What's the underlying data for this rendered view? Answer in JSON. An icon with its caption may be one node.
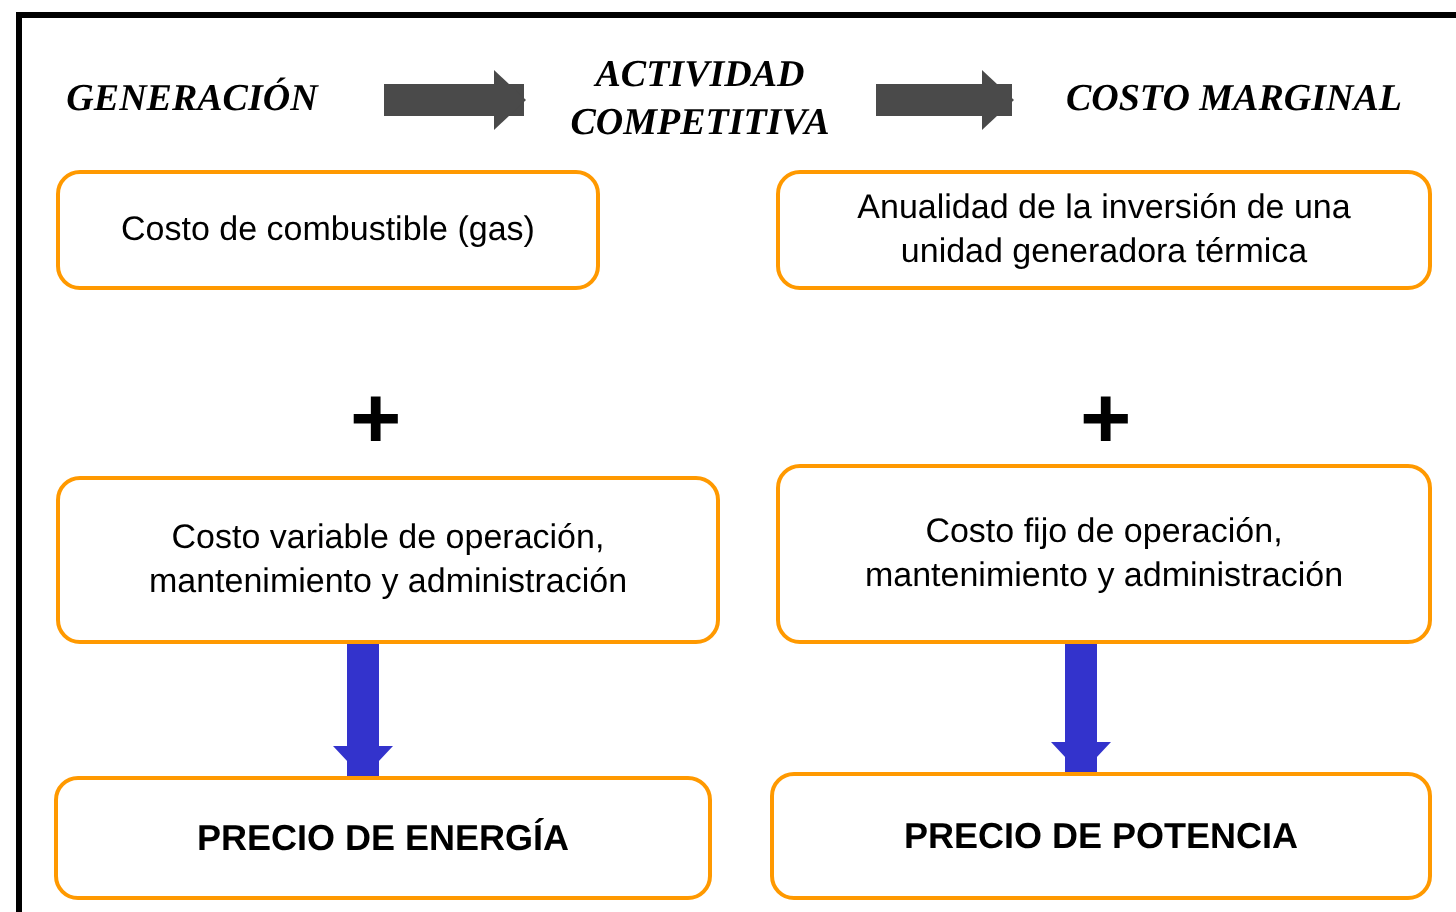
{
  "diagram": {
    "nodes": [
      {
        "text": [
          "GENERACIÓN"
        ]
      },
      {
        "text": [
          "ACTIVIDAD COMPETITIVA"
        ]
      },
      {
        "text": [
          "COSTO MARGINAL"
        ]
      },
      {
        "text": [
          "Costo de combustible (gas)"
        ]
      },
      {
        "text": [
          "Anualidad de la inversión de una unidad generadora térmica"
        ]
      },
      {
        "text": [
          "Costo variable de operación, mantenimiento y administración"
        ]
      },
      {
        "text": [
          "Costo fijo de operación, mantenimiento y administración"
        ]
      },
      {
        "text": [
          "PRECIO DE ENERGÍA"
        ]
      },
      {
        "text": [
          "PRECIO DE POTENCIA"
        ]
      }
    ],
    "edges": [
      {
        "from": 0,
        "to": 1,
        "arrow": "to",
        "color": "#4a4a4a"
      },
      {
        "from": 1,
        "to": 2,
        "arrow": "to",
        "color": "#4a4a4a"
      },
      {
        "from": 5,
        "to": 7,
        "arrow": "to",
        "color": "#3333cc"
      },
      {
        "from": 6,
        "to": 8,
        "arrow": "to",
        "color": "#3333cc"
      }
    ],
    "labels": [
      "+",
      "+"
    ]
  }
}
